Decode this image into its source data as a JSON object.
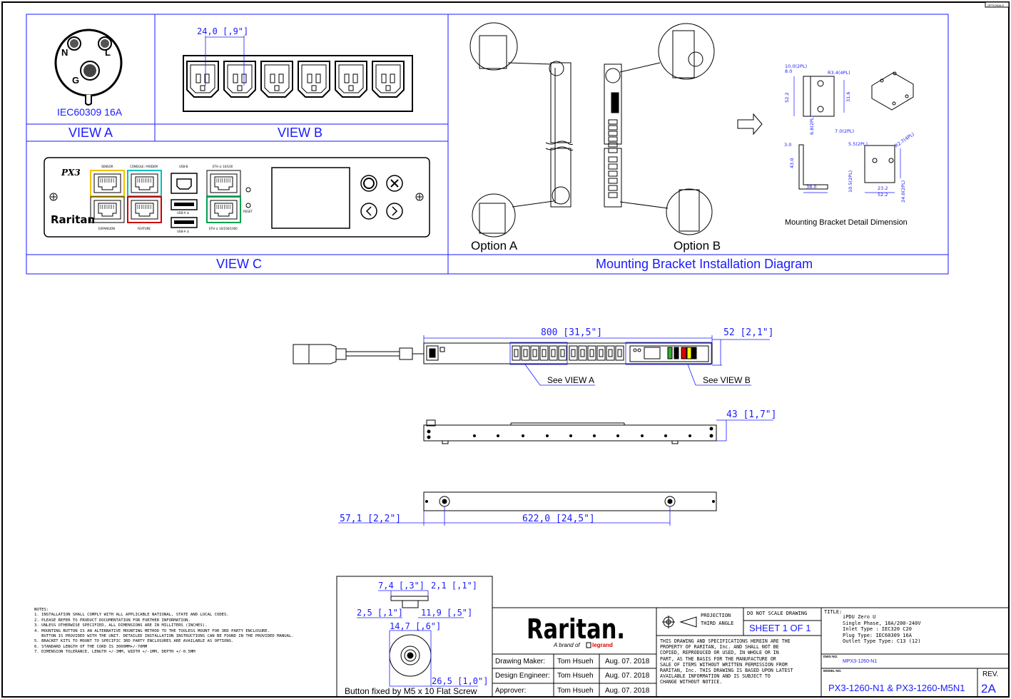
{
  "corner_tag": "OPTIONALS",
  "views": {
    "view_a": "VIEW A",
    "view_b": "VIEW B",
    "view_c": "VIEW C",
    "inlet_label": "IEC60309 16A",
    "pin_n": "N",
    "pin_l": "L",
    "pin_g": "G",
    "outlet_pitch": "24,0 [,9\"]"
  },
  "panel": {
    "brand_mark": "PX3",
    "brand_name": "Raritan",
    "sensor": "SENSOR",
    "console": "CONSOLE / MODEM",
    "usb_b": "USB-B",
    "eth2": "ETH ② 10/100",
    "expansion": "EXPANSION",
    "feature": "FEATURE",
    "usb_a2": "USB-A ②",
    "usb_a1": "USB-A ①",
    "reset": "RESET",
    "eth1": "ETH ① 10/100/1000"
  },
  "bracket": {
    "option_a": "Option A",
    "option_b": "Option B",
    "title": "Mounting Bracket Installation Diagram",
    "detail_title": "Mounting Bracket Detail Dimension",
    "dims": [
      "10.0(2PL)",
      "8.0",
      "R3.4(4PL)",
      "52.2",
      "31.6",
      "6.8(2PL)",
      "7.0(2PL)",
      "3.0",
      "43.0",
      "38.0",
      "5.5(2PL)",
      "R2.7(4PL)",
      "10.5(2PL)",
      "23.2",
      "52.2",
      "24.0(2PL)"
    ]
  },
  "main_dims": {
    "length": "800 [31,5\"]",
    "depth": "52 [2,1\"]",
    "see_view_a": "See VIEW A",
    "see_view_b": "See VIEW B",
    "height": "43 [1,7\"]",
    "offset": "57,1 [2,2\"]",
    "spacing": "622,0 [24,5\"]"
  },
  "button_detail": {
    "d1": "7,4 [,3\"]",
    "d2": "2,1 [,1\"]",
    "d3": "2,5 [,1\"]",
    "d4": "11,9 [,5\"]",
    "d5": "14,7 [,6\"]",
    "d6": "26,5 [1,0\"]",
    "caption": "Button fixed by M5 x 10 Flat Screw"
  },
  "notes": {
    "heading": "NOTES:",
    "items": [
      "1. INSTALLATION SHALL COMPLY WITH ALL APPLICABLE NATIONAL, STATE AND LOCAL CODES.",
      "2. PLEASE REFER TO PRODUCT DOCUMENTATION FOR FURTHER INFORMATION.",
      "3. UNLESS OTHERWISE SPECIFIED, ALL DIMENSIONS ARE IN MILLITERS (INCHES).",
      "4. MOUNTING BUTTON IS AN ALTERNATIVE MOUNTING METHOD TO THE TOOLESS MOUNT FOR 3RD PARTY ENCLOSURE.",
      "   BUTTON IS PROVIDED WITH THE UNIT. DETAILED INSTALLATION INSTRUCTIONS CAN BE FOUND IN THE PROVIDED MANUAL.",
      "5. BRACKET KITS TO MOUNT TO SPECIFIC 3RD PARTY ENCLOSURES ARE AVAILABLE AS OPTIONS.",
      "6. STANDARD LENGTH OF THE CORD IS 3000MM+/-70MM",
      "7. DIMENSION TOLERANCE, LENGTH +/-3MM, WIDTH +/-1MM, DEPTH +/-0.5MM"
    ]
  },
  "title_block": {
    "logo": "Raritan.",
    "tagline_prefix": "A brand of",
    "tagline_brand": "legrand",
    "rows": [
      {
        "role": "Drawing Maker:",
        "name": "Tom Hsueh",
        "date": "Aug. 07. 2018"
      },
      {
        "role": "Design Engineer:",
        "name": "Tom Hsueh",
        "date": "Aug. 07. 2018"
      },
      {
        "role": "Approver:",
        "name": "Tom Hsueh",
        "date": "Aug. 07. 2018"
      }
    ],
    "projection_line1": "PROJECTION",
    "projection_line2": "THIRD ANGLE",
    "do_not_scale": "DO NOT SCALE DRAWING",
    "sheet": "SHEET 1 OF 1",
    "legal": [
      "THIS DRAWING AND SPECIFICATIONS HEREIN ARE THE",
      "PROPERTY OF RARITAN, Inc. AND SHALL NOT BE",
      "COPIED, REPRODUCED OR USED, IN WHOLE OR IN",
      "PART, AS THE BASIS FOR THE MANUFACTURE OR",
      "SALE OF ITEMS WITHOUT WRITTEN PERMISSION FROM",
      "RARITAN, Inc. THIS DRAWING IS BASED UPON LATEST",
      "AVAILABLE INFORMATION AND IS SUBJECT TO",
      "CHANGE WITHOUT NOTICE."
    ],
    "title_label": "TITLE:",
    "title_lines": [
      "iPDU Zero U",
      "Single Phase, 16A/200-240V",
      "Inlet Type : IEC320 C20",
      "Plug Type: IEC60309 16A",
      "Outlet Type Type: C13 (12)"
    ],
    "dwg_label": "DWG NO.",
    "dwg_no": "MPX3-1260-N1",
    "model_label": "MODEL NO.",
    "model_no": "PX3-1260-N1 & PX3-1260-M5N1",
    "rev_label": "REV.",
    "rev": "2A"
  }
}
